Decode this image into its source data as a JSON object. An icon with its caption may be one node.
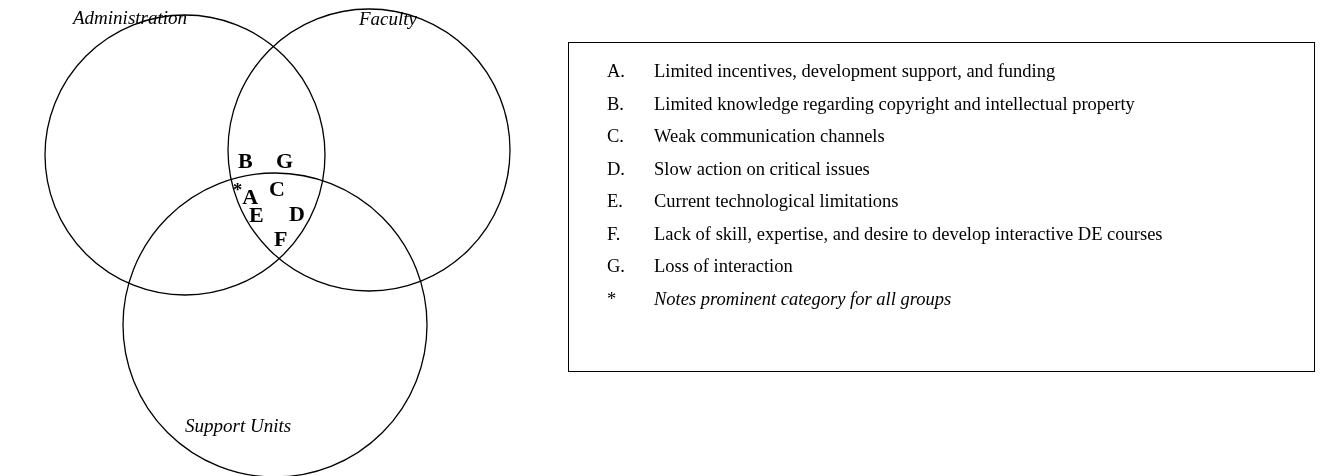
{
  "diagram": {
    "nodes": [
      {
        "text": [
          "Administration"
        ]
      },
      {
        "text": [
          "Faculty"
        ]
      },
      {
        "text": [
          "Support Units"
        ]
      },
      {
        "text": [
          "A.",
          "Limited incentives, development support, and funding",
          "B.",
          "Limited knowledge regarding copyright and intellectual property",
          "C.",
          "Weak communication channels",
          "D.",
          "Slow action on critical issues",
          "E.",
          "Current technological limitations",
          "F.",
          "Lack of skill, expertise, and desire to develop interactive DE courses",
          "G.",
          "Loss of interaction",
          "*",
          "Notes prominent category for all groups"
        ]
      }
    ],
    "labels": [
      "B",
      "G",
      "$^{*}$A",
      "C",
      "D",
      "E",
      "F"
    ]
  }
}
